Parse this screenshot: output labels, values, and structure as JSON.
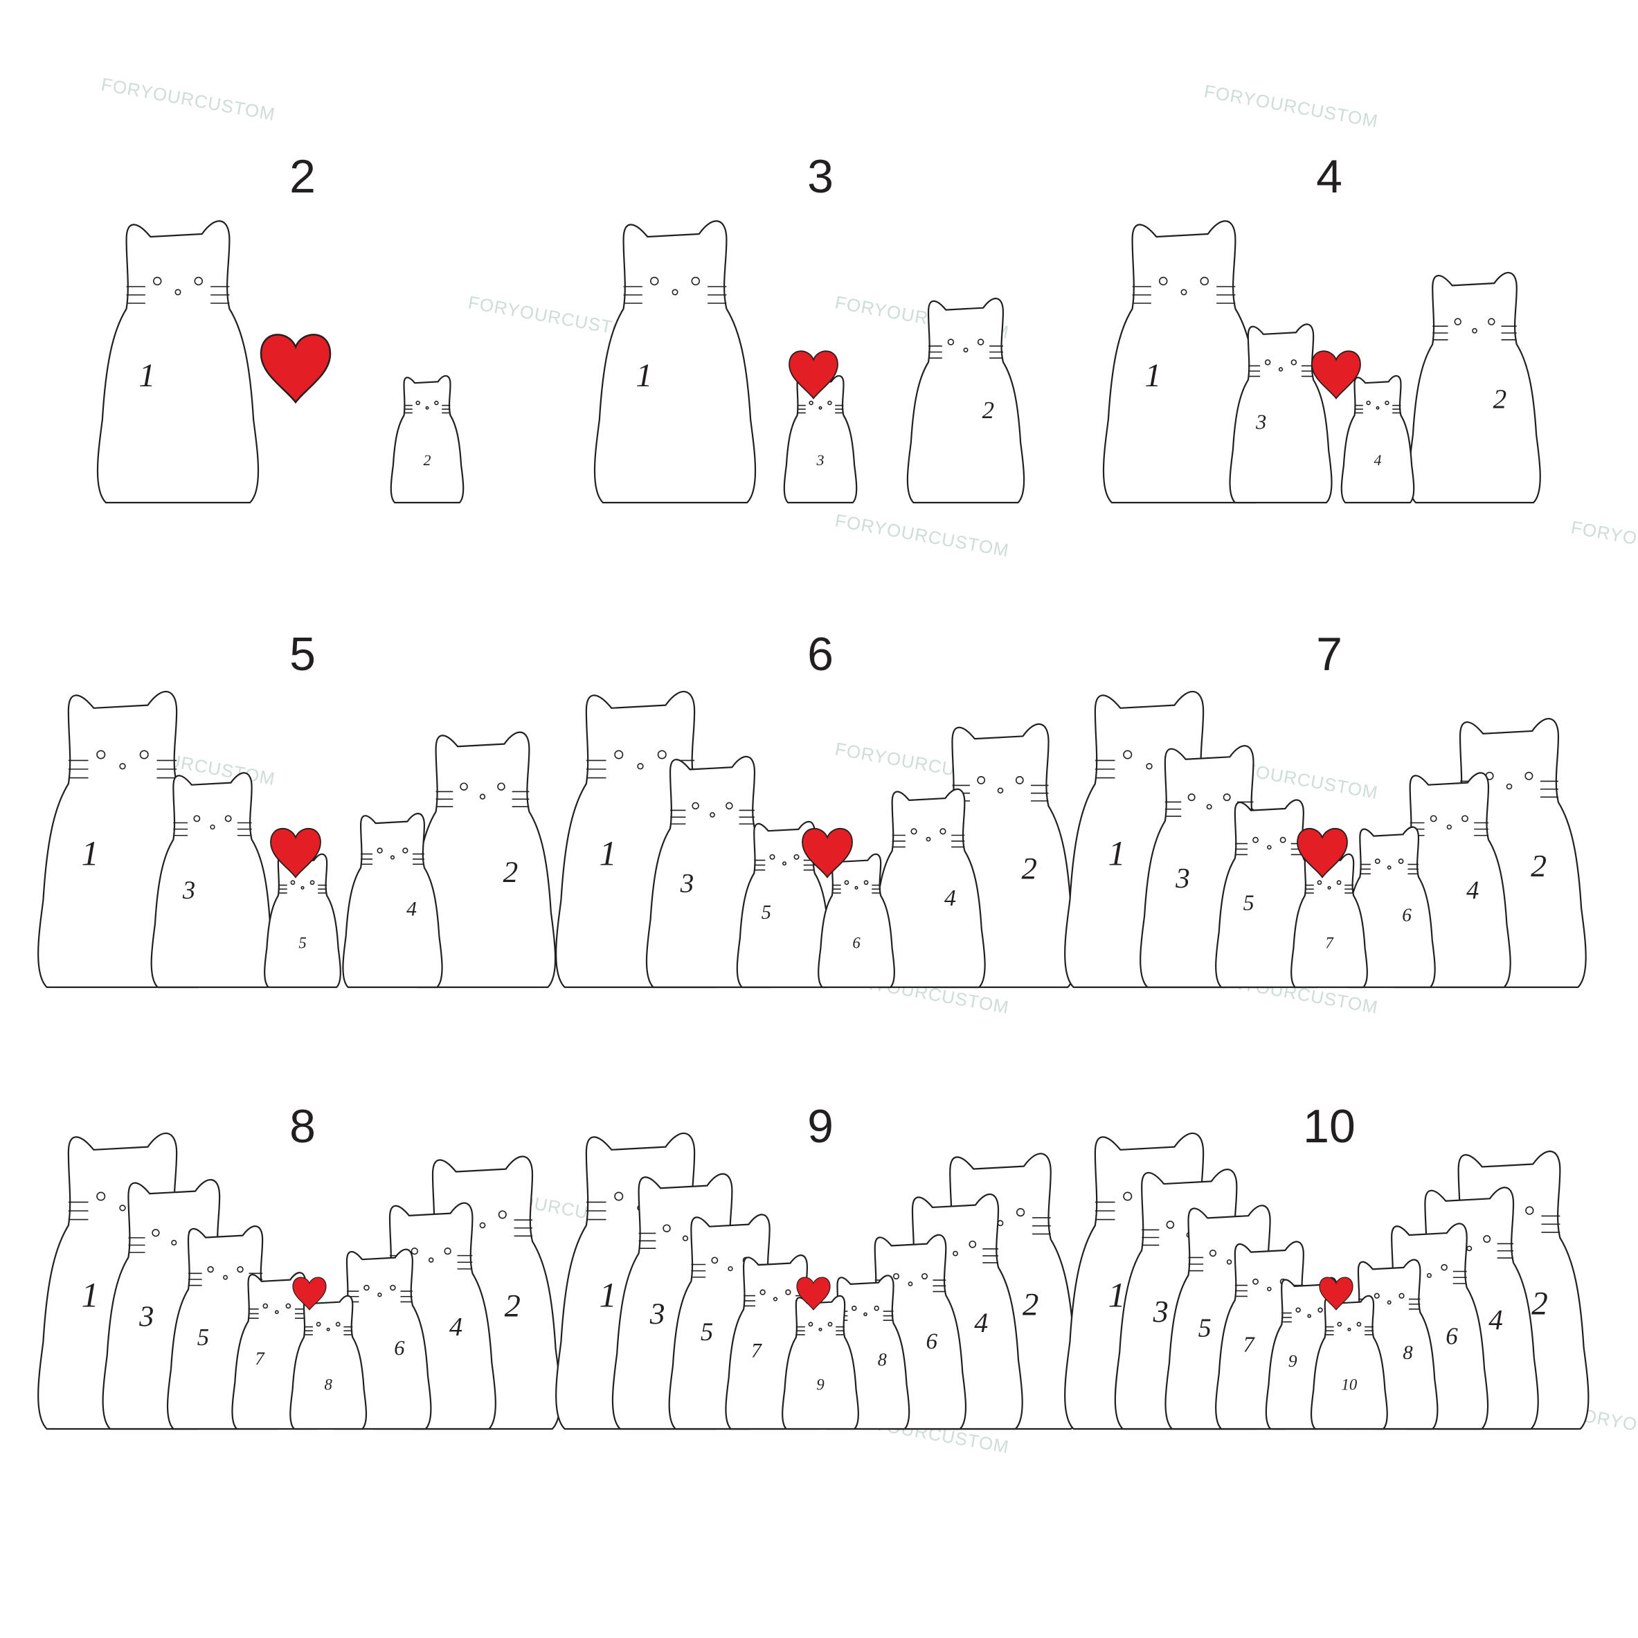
{
  "watermark": "FORYOURCUSTOM",
  "colors": {
    "heart": "#e31e24",
    "line": "#231f20",
    "watermark": "#cfdcd8"
  },
  "panels": [
    {
      "label": "2",
      "cats": [
        "1",
        "2"
      ]
    },
    {
      "label": "3",
      "cats": [
        "1",
        "2",
        "3"
      ]
    },
    {
      "label": "4",
      "cats": [
        "1",
        "2",
        "3",
        "4"
      ]
    },
    {
      "label": "5",
      "cats": [
        "1",
        "2",
        "3",
        "4",
        "5"
      ]
    },
    {
      "label": "6",
      "cats": [
        "1",
        "2",
        "3",
        "4",
        "5",
        "6"
      ]
    },
    {
      "label": "7",
      "cats": [
        "1",
        "2",
        "3",
        "4",
        "5",
        "6",
        "7"
      ]
    },
    {
      "label": "8",
      "cats": [
        "1",
        "2",
        "3",
        "4",
        "5",
        "6",
        "7",
        "8"
      ]
    },
    {
      "label": "9",
      "cats": [
        "1",
        "2",
        "3",
        "4",
        "5",
        "6",
        "7",
        "8",
        "9"
      ]
    },
    {
      "label": "10",
      "cats": [
        "1",
        "2",
        "3",
        "4",
        "5",
        "6",
        "7",
        "8",
        "9",
        "10"
      ]
    }
  ]
}
